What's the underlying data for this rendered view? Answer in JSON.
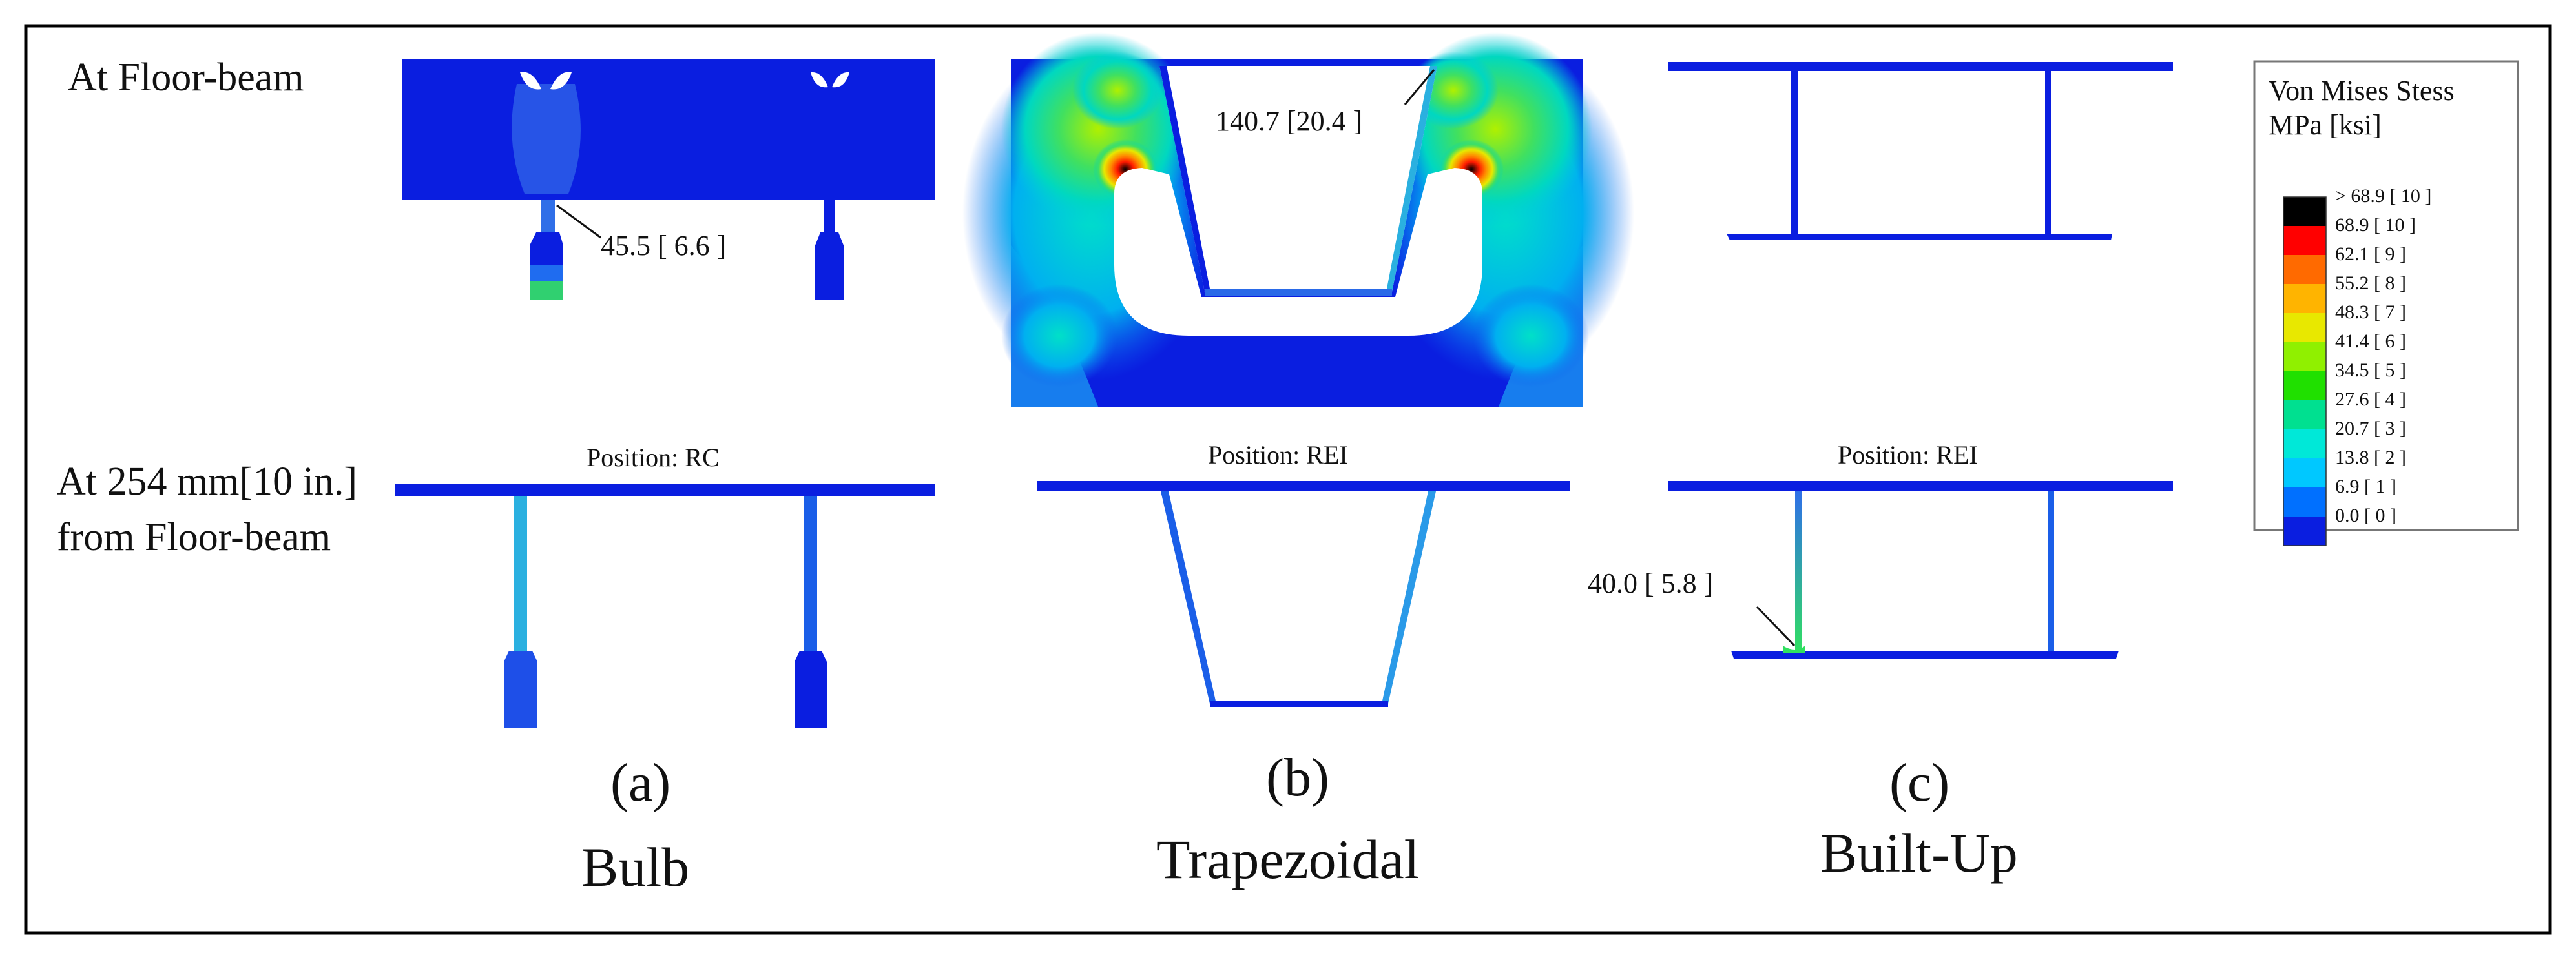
{
  "row_labels": {
    "top": "At Floor-beam",
    "bottom_line1": "At 254 mm[10 in.]",
    "bottom_line2": "from Floor-beam"
  },
  "panels": [
    {
      "letter": "(a)",
      "name": "Bulb",
      "position": "Position: RC",
      "callout_top": "45.5 [ 6.6 ]",
      "callout_bottom": ""
    },
    {
      "letter": "(b)",
      "name": "Trapezoidal",
      "position": "Position: REI",
      "callout_top": "140.7 [20.4 ]",
      "callout_bottom": ""
    },
    {
      "letter": "(c)",
      "name": "Built-Up",
      "position": "Position: REI",
      "callout_top": "",
      "callout_bottom": "40.0 [ 5.8 ]"
    }
  ],
  "legend": {
    "title_line1": "Von Mises Stess",
    "title_line2": "MPa [ksi]",
    "items": [
      {
        "label": "> 68.9  [ 10 ]",
        "color": "#000000"
      },
      {
        "label": "68.9  [ 10 ]",
        "color": "#ff0000"
      },
      {
        "label": "62.1  [  9  ]",
        "color": "#ff6a00"
      },
      {
        "label": "55.2  [  8  ]",
        "color": "#ffb400"
      },
      {
        "label": "48.3  [  7  ]",
        "color": "#e8e800"
      },
      {
        "label": "41.4  [  6  ]",
        "color": "#90f000"
      },
      {
        "label": "34.5  [  5  ]",
        "color": "#20e000"
      },
      {
        "label": "27.6  [  4  ]",
        "color": "#00e090"
      },
      {
        "label": "20.7  [  3  ]",
        "color": "#00e8d8"
      },
      {
        "label": "13.8  [  2  ]",
        "color": "#00c8ff"
      },
      {
        "label": "6.9    [  1  ]",
        "color": "#0070ff"
      },
      {
        "label": "0.0    [  0  ]",
        "color": "#0a1ee0"
      }
    ]
  },
  "colors": {
    "base_blue": "#0a1ee0",
    "light_blue": "#2f6fe8",
    "cyan": "#00d8e0",
    "teal": "#00c8c0",
    "green": "#30e060",
    "yellow": "#e8e800",
    "orange": "#ff7a00",
    "red": "#ff1a00"
  }
}
